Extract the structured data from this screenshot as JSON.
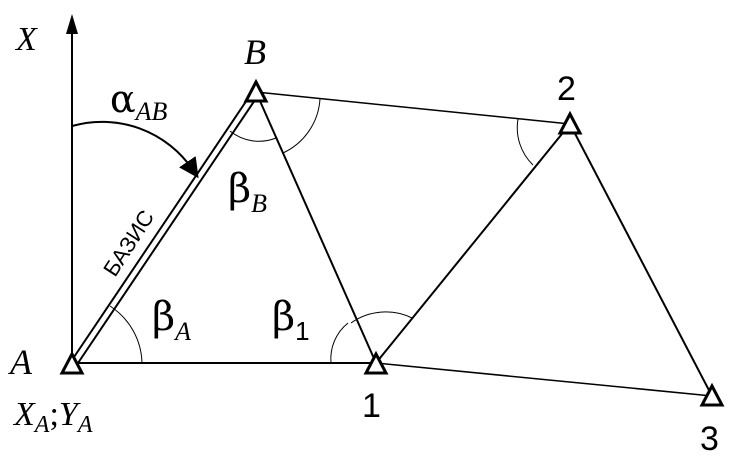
{
  "axis": {
    "x_label": "X"
  },
  "points": {
    "A": "A",
    "B": "B",
    "p1": "1",
    "p2": "2",
    "p3": "3"
  },
  "coords_label": {
    "x": "X",
    "x_sub": "A",
    "sep": ";",
    "y": "Y",
    "y_sub": "A"
  },
  "basis_label": "БАЗИС",
  "angles": {
    "alpha": {
      "sym": "α",
      "sub": "AB"
    },
    "beta_A": {
      "sym": "β",
      "sub": "A"
    },
    "beta_B": {
      "sym": "β",
      "sub": "B"
    },
    "beta_1": {
      "sym": "β",
      "sub": "1"
    }
  }
}
